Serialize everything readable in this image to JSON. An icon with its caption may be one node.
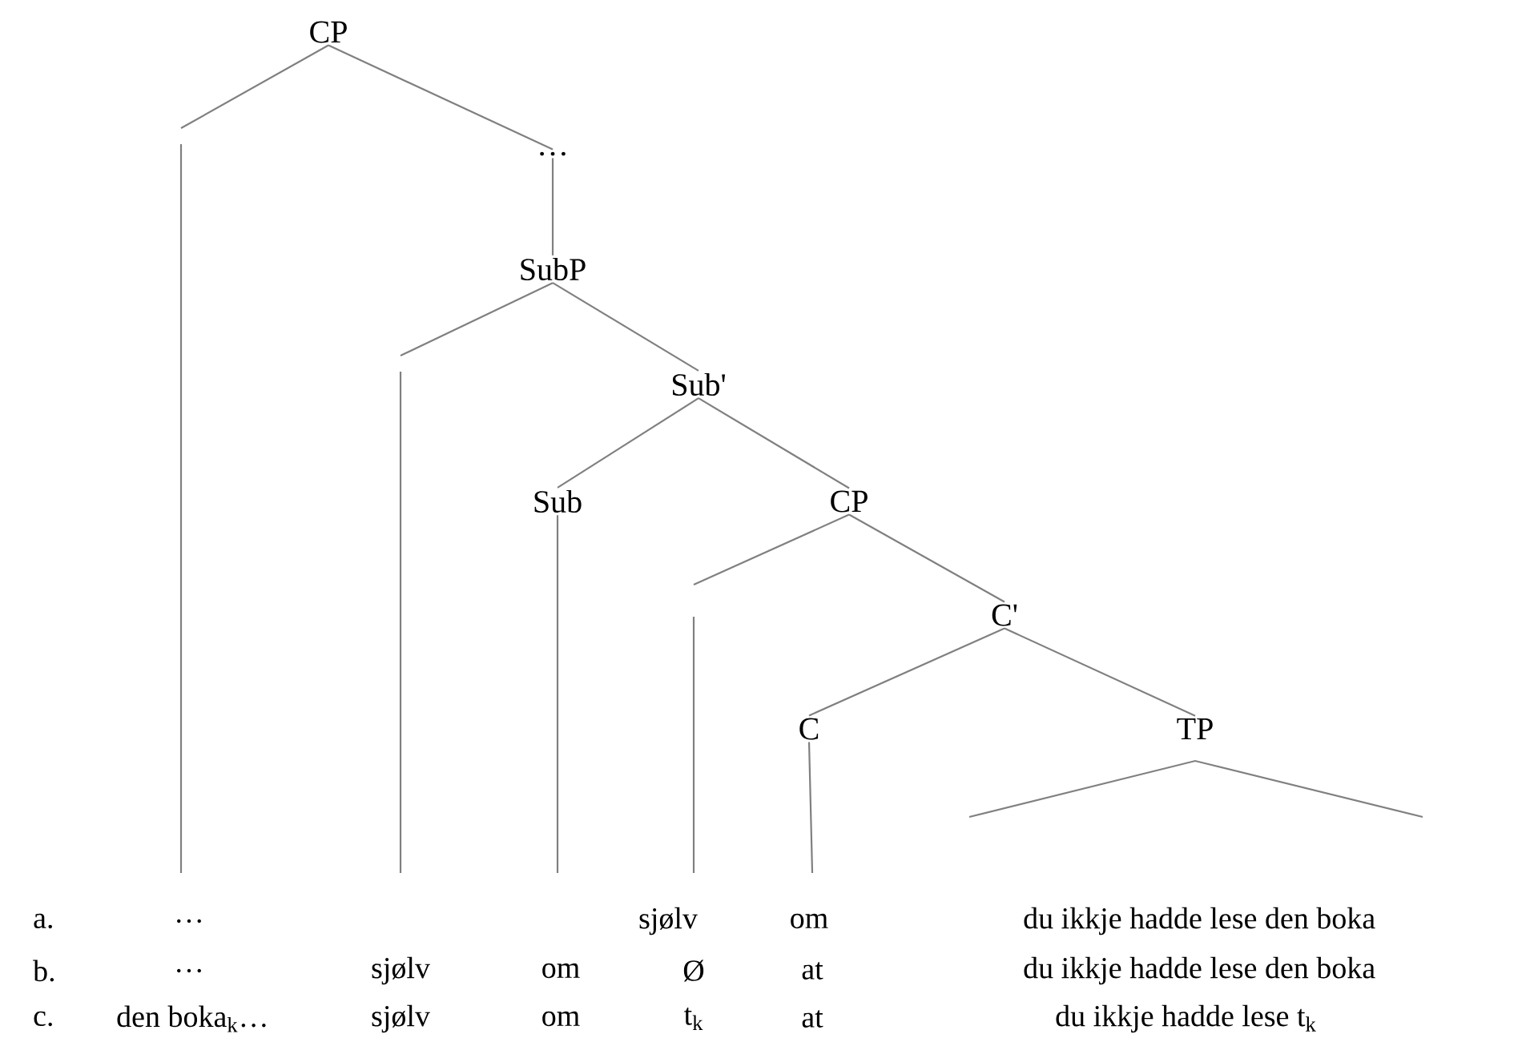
{
  "diagram": {
    "nodes": [
      {
        "text": [
          "CP"
        ]
      },
      {
        "text": [
          "…"
        ]
      },
      {
        "text": [
          "SubP"
        ]
      },
      {
        "text": [
          "Sub'"
        ]
      },
      {
        "text": [
          "Sub"
        ]
      },
      {
        "text": [
          "CP"
        ]
      },
      {
        "text": [
          "C'"
        ]
      },
      {
        "text": [
          "C"
        ]
      },
      {
        "text": [
          "TP"
        ]
      }
    ],
    "edges": [
      {
        "from": 0,
        "to": null,
        "arrow": "none"
      },
      {
        "from": 0,
        "to": 1,
        "arrow": "none"
      },
      {
        "from": 1,
        "to": 2,
        "arrow": "none"
      },
      {
        "from": 2,
        "to": null,
        "arrow": "none"
      },
      {
        "from": 2,
        "to": 3,
        "arrow": "none"
      },
      {
        "from": 3,
        "to": 4,
        "arrow": "none"
      },
      {
        "from": 3,
        "to": 5,
        "arrow": "none"
      },
      {
        "from": 5,
        "to": null,
        "arrow": "none"
      },
      {
        "from": 5,
        "to": 6,
        "arrow": "none"
      },
      {
        "from": 6,
        "to": 7,
        "arrow": "none"
      },
      {
        "from": 6,
        "to": 8,
        "arrow": "none"
      },
      {
        "from": 4,
        "to": null,
        "arrow": "none"
      },
      {
        "from": 7,
        "to": null,
        "arrow": "none"
      }
    ],
    "labels": [
      "a.",
      "…",
      "sjølv",
      "om",
      "du ikkje hadde lese den boka",
      "b.",
      "…",
      "sjølv",
      "om",
      "Ø",
      "at",
      "du ikkje hadde lese den boka",
      "c.",
      "den boka$_{k}$…",
      "sjølv",
      "om",
      "t$_{k}$",
      "at",
      "du ikkje hadde lese t$_{k}$"
    ]
  }
}
